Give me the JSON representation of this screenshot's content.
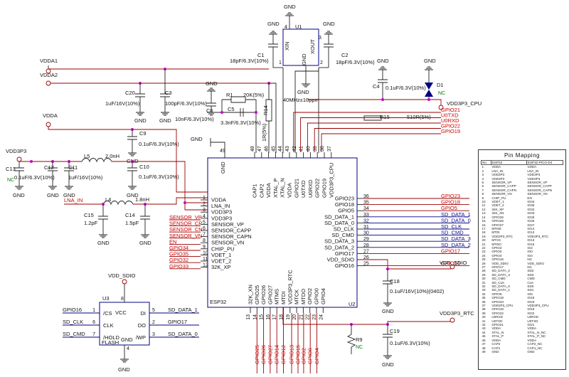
{
  "labels": {
    "gnd": "GND",
    "vdda1": "VDDA1",
    "vdda2": "VDDA2",
    "vdda": "VDDA",
    "vdd3p3": "VDD3P3",
    "vdd3p3_cpu": "VDD3P3_CPU",
    "vdd_sdio": "VDD_SDIO",
    "vdd3p3_rtc": "VDD3P3_RTC",
    "lna_in": "LNA_IN"
  },
  "crystal": {
    "ref": "U1",
    "value": "40MHz±10ppm",
    "pin_xin": "XIN",
    "pin_xout": "XOUT",
    "pin_gnd": "GND",
    "pin1": "1",
    "pin2": "2",
    "pin3": "3",
    "pin4": "4"
  },
  "components": {
    "c1_ref": "C1",
    "c1_val": "18pF/6.3V(10%)",
    "c2_ref": "C2",
    "c2_val": "18pF/6.3V(10%)",
    "c3_ref": "C3",
    "c3_val": "100pF/6.3V(10%)",
    "c4_ref": "C4",
    "c4_val": "0.1uF/6.3V(10%)",
    "c5_ref": "C5",
    "c5_val": "3.3nF/6.3V(10%)",
    "c6_ref": "C6",
    "c6_val": "10nF/6.3V(10%)",
    "c9_ref": "C9",
    "c9_val": "0.1uF/6.3V(10%)",
    "c10_ref": "C10",
    "c10_val": "0.1uF/6.3V(10%)",
    "c11_ref": "C11",
    "c11_val": "1uF/16V(10%)",
    "c12_ref": "C12",
    "c12_val": "0.1uF/6.3V(10%)",
    "c13_ref": "C13",
    "c13_val": "NC",
    "c14_ref": "C14",
    "c14_val": "1.5pF",
    "c15_ref": "C15",
    "c15_val": "1.2pF",
    "c18_ref": "C18",
    "c18_val": "0.1uF/16V(10%)(0402)",
    "c19_ref": "C19",
    "c19_val": "0.1uF/6.3V(10%)",
    "c20_ref": "C20",
    "c20_val": "1uF/16V(10%)",
    "r1_ref": "R1",
    "r1_val": "20K(5%)",
    "r14_ref": "R14",
    "r14_val": "1R(5%)",
    "r15_ref": "R15",
    "r15_val": "510R(5%)",
    "r9_ref": "R9",
    "r9_val": "NC",
    "l4_ref": "L4",
    "l4_val": "1.8nH",
    "l5_ref": "L5",
    "l5_val": "2.0nH",
    "d1_ref": "D1",
    "d1_val": "NC"
  },
  "esp32": {
    "name": "ESP32",
    "ref": "U2",
    "pin49": "49",
    "gnd": "GND",
    "left_pins": [
      {
        "num": "1",
        "name": "VDDA"
      },
      {
        "num": "2",
        "name": "LNA_IN"
      },
      {
        "num": "3",
        "name": "VDD3P3"
      },
      {
        "num": "4",
        "name": "VDD3P3"
      },
      {
        "num": "5",
        "name": "SENSOR_VP"
      },
      {
        "num": "6",
        "name": "SENSOR_CAPP"
      },
      {
        "num": "7",
        "name": "SENSOR_CAPN"
      },
      {
        "num": "8",
        "name": "SENSOR_VN"
      },
      {
        "num": "9",
        "name": "CHIP_PU"
      },
      {
        "num": "10",
        "name": "VDET_1"
      },
      {
        "num": "11",
        "name": "VDET_2"
      },
      {
        "num": "12",
        "name": "32K_XP"
      }
    ],
    "left_nets": [
      "SENSOR_VP",
      "SENSOR_CP",
      "SENSOR_CN",
      "SENSOR_VN",
      "EN",
      "GPIO34",
      "GPIO35",
      "GPIO32",
      "GPIO33"
    ],
    "right_pins": [
      {
        "num": "36",
        "name": "GPIO23"
      },
      {
        "num": "35",
        "name": "GPIO18"
      },
      {
        "num": "34",
        "name": "GPIO5"
      },
      {
        "num": "33",
        "name": "SD_DATA_1"
      },
      {
        "num": "32",
        "name": "SD_DATA_0"
      },
      {
        "num": "31",
        "name": "SD_CLK"
      },
      {
        "num": "30",
        "name": "SD_CMD"
      },
      {
        "num": "29",
        "name": "SD_DATA_3"
      },
      {
        "num": "28",
        "name": "SD_DATA_2"
      },
      {
        "num": "27",
        "name": "GPIO17"
      },
      {
        "num": "26",
        "name": "VDD_SDIO"
      },
      {
        "num": "25",
        "name": "GPIO16"
      }
    ],
    "right_nets": [
      "GPIO23",
      "GPIO18",
      "GPIO5",
      "SD_DATA_1",
      "SD_DATA_0",
      "SD_CLK",
      "SD_CMD",
      "SD_DATA_3",
      "SD_DATA_2",
      "GPIO17",
      "GPIO16"
    ],
    "top_pins": [
      {
        "num": "48",
        "name": "CAP1"
      },
      {
        "num": "47",
        "name": "CAP2"
      },
      {
        "num": "46",
        "name": "VDDA"
      },
      {
        "num": "45",
        "name": "XTAL_P"
      },
      {
        "num": "44",
        "name": "XTAL_N"
      },
      {
        "num": "43",
        "name": "VDDA"
      },
      {
        "num": "42",
        "name": "GPIO21"
      },
      {
        "num": "41",
        "name": "U0TXD"
      },
      {
        "num": "40",
        "name": "U0RXD"
      },
      {
        "num": "39",
        "name": "GPIO22"
      },
      {
        "num": "38",
        "name": "GPIO19"
      },
      {
        "num": "37",
        "name": "VDD3P3_CPU"
      }
    ],
    "top_nets": [
      "GPIO21",
      "U0TXD",
      "U0RXD",
      "GPIO22",
      "GPIO19"
    ],
    "bottom_pins": [
      {
        "num": "13",
        "name": "32K_XN"
      },
      {
        "num": "14",
        "name": "GPIO25"
      },
      {
        "num": "15",
        "name": "GPIO26"
      },
      {
        "num": "16",
        "name": "GPIO27"
      },
      {
        "num": "17",
        "name": "MTMS"
      },
      {
        "num": "18",
        "name": "MTDI"
      },
      {
        "num": "19",
        "name": "VDD3P3_RTC"
      },
      {
        "num": "20",
        "name": "MTCK"
      },
      {
        "num": "21",
        "name": "MTDO"
      },
      {
        "num": "22",
        "name": "GPIO2"
      },
      {
        "num": "23",
        "name": "GPIO0"
      },
      {
        "num": "24",
        "name": "GPIO4"
      }
    ],
    "bottom_nets": [
      "GPIO25",
      "GPIO26",
      "GPIO27",
      "GPIO14",
      "GPIO12",
      "GPIO13",
      "GPIO15",
      "GPIO2",
      "GPIO0",
      "GPIO4"
    ]
  },
  "flash": {
    "ref": "U3",
    "name": "FLASH",
    "left_pins": [
      {
        "num": "1",
        "name": "/CS",
        "net": "GPIO16"
      },
      {
        "num": "6",
        "name": "CLK",
        "net": "SD_CLK"
      },
      {
        "num": "7",
        "name": "/HOLD",
        "net": "SD_CMD"
      }
    ],
    "right_pins": [
      {
        "num": "5",
        "name": "DI",
        "net": "SD_DATA_1"
      },
      {
        "num": "2",
        "name": "DO",
        "net": "GPIO17"
      },
      {
        "num": "3",
        "name": "/WP",
        "net": "SD_DATA_0"
      }
    ],
    "vcc": "VCC",
    "gnd": "GND",
    "pin8": "8",
    "pin4": "4"
  },
  "pin_mapping": {
    "title": "Pin Mapping",
    "columns": [
      "No.",
      "ESP32",
      "ESP32-PICO-D4"
    ],
    "rows": [
      [
        "1",
        "VDDA",
        "VDDA"
      ],
      [
        "2",
        "LNA_IN",
        "LNA_IN"
      ],
      [
        "3",
        "VDD3P3",
        "VDD3P3"
      ],
      [
        "4",
        "VDD3P3",
        "VDD3P3"
      ],
      [
        "5",
        "SENSOR_VP",
        "SENSOR_VP"
      ],
      [
        "6",
        "SENSOR_CAPP",
        "SENSOR_CAPP"
      ],
      [
        "7",
        "SENSOR_CAPN",
        "SENSOR_CAPN"
      ],
      [
        "8",
        "SENSOR_VN",
        "SENSOR_VN"
      ],
      [
        "9",
        "CHIP_PU",
        "EN"
      ],
      [
        "10",
        "VDET_1",
        "IO34"
      ],
      [
        "11",
        "VDET_2",
        "IO35"
      ],
      [
        "12",
        "32K_XP",
        "IO32"
      ],
      [
        "13",
        "32K_XN",
        "IO33"
      ],
      [
        "14",
        "GPIO25",
        "IO25"
      ],
      [
        "15",
        "GPIO26",
        "IO26"
      ],
      [
        "16",
        "GPIO27",
        "IO27"
      ],
      [
        "17",
        "MTMS",
        "IO14"
      ],
      [
        "18",
        "MTDI",
        "IO12"
      ],
      [
        "19",
        "VDD3P3_RTC",
        "VDD3P3_RTC"
      ],
      [
        "20",
        "MTCK",
        "IO13"
      ],
      [
        "21",
        "MTDO",
        "IO15"
      ],
      [
        "22",
        "GPIO2",
        "IO2"
      ],
      [
        "23",
        "GPIO0",
        "IO0"
      ],
      [
        "24",
        "GPIO4",
        "IO4"
      ],
      [
        "25",
        "GPIO16",
        "NC"
      ],
      [
        "26",
        "VDD_SDIO",
        "VDD_SDIO"
      ],
      [
        "27",
        "GPIO17",
        "NC"
      ],
      [
        "28",
        "SD_DATA_2",
        "SD2"
      ],
      [
        "29",
        "SD_DATA_3",
        "SD3"
      ],
      [
        "30",
        "SD_CMD",
        "CMD"
      ],
      [
        "31",
        "SD_CLK",
        "CLK"
      ],
      [
        "32",
        "SD_DATA_0",
        "SD0"
      ],
      [
        "33",
        "SD_DATA_1",
        "SD1"
      ],
      [
        "34",
        "GPIO5",
        "IO5"
      ],
      [
        "35",
        "GPIO18",
        "IO18"
      ],
      [
        "36",
        "GPIO23",
        "IO23"
      ],
      [
        "37",
        "VDD3P3_CPU",
        "VDD3P3_CPU"
      ],
      [
        "38",
        "GPIO19",
        "IO19"
      ],
      [
        "39",
        "GPIO22",
        "IO22"
      ],
      [
        "40",
        "U0RXD",
        "U0RXD"
      ],
      [
        "41",
        "U0TXD",
        "U0TXD"
      ],
      [
        "42",
        "GPIO21",
        "IO21"
      ],
      [
        "43",
        "VDDA",
        "VDDA"
      ],
      [
        "44",
        "XTAL_N",
        "XTAL_N_NC"
      ],
      [
        "45",
        "XTAL_P",
        "XTAL_P_NC"
      ],
      [
        "46",
        "VDDA",
        "VDDA"
      ],
      [
        "47",
        "CAP2",
        "CAP2_NC"
      ],
      [
        "48",
        "CAP1",
        "CAP1_NC"
      ],
      [
        "49",
        "GND",
        "GND"
      ]
    ]
  }
}
